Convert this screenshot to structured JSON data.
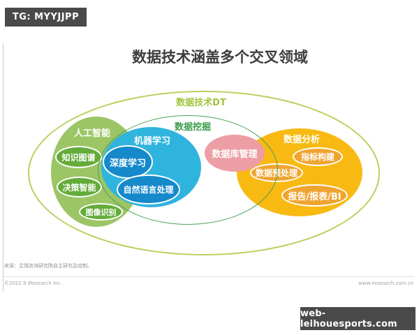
{
  "overlay": {
    "top_left_badge": "TG: MYYJJPP",
    "bottom_right_badge": "web-leihouesports.com"
  },
  "title": "数据技术涵盖多个交叉领域",
  "diagram": {
    "outer_label": "数据技术DT",
    "mining_label": "数据挖掘",
    "ai": {
      "label": "人工智能",
      "items": [
        "知识图谱",
        "决策智能",
        "图像识别"
      ]
    },
    "ml": {
      "label": "机器学习",
      "items": [
        "深度学习",
        "自然语言处理"
      ]
    },
    "db_label": "数据库管理",
    "analysis": {
      "label": "数据分析",
      "items": [
        "指标构建",
        "数据预处理",
        "报告/报表/BI"
      ]
    }
  },
  "footer": {
    "source": "来源：艾瑞咨询研究院自主研究及绘制。",
    "copyright": "©2022.9 iResearch Inc.",
    "website": "www.iresearch.com.cn"
  },
  "colors": {
    "ai_fill": "#9cc566",
    "ai_item_fill": "#63ac39",
    "ml_fill": "#2fb4de",
    "ml_item_fill": "#1689cb",
    "db_fill": "#ec9ea4",
    "analysis_fill": "#f8ba12",
    "analysis_item_fill": "#f0a430",
    "outer_outline": "#bcce5b",
    "mining_outline": "#4c9f55",
    "badge_bg": "#4a4a4a"
  }
}
